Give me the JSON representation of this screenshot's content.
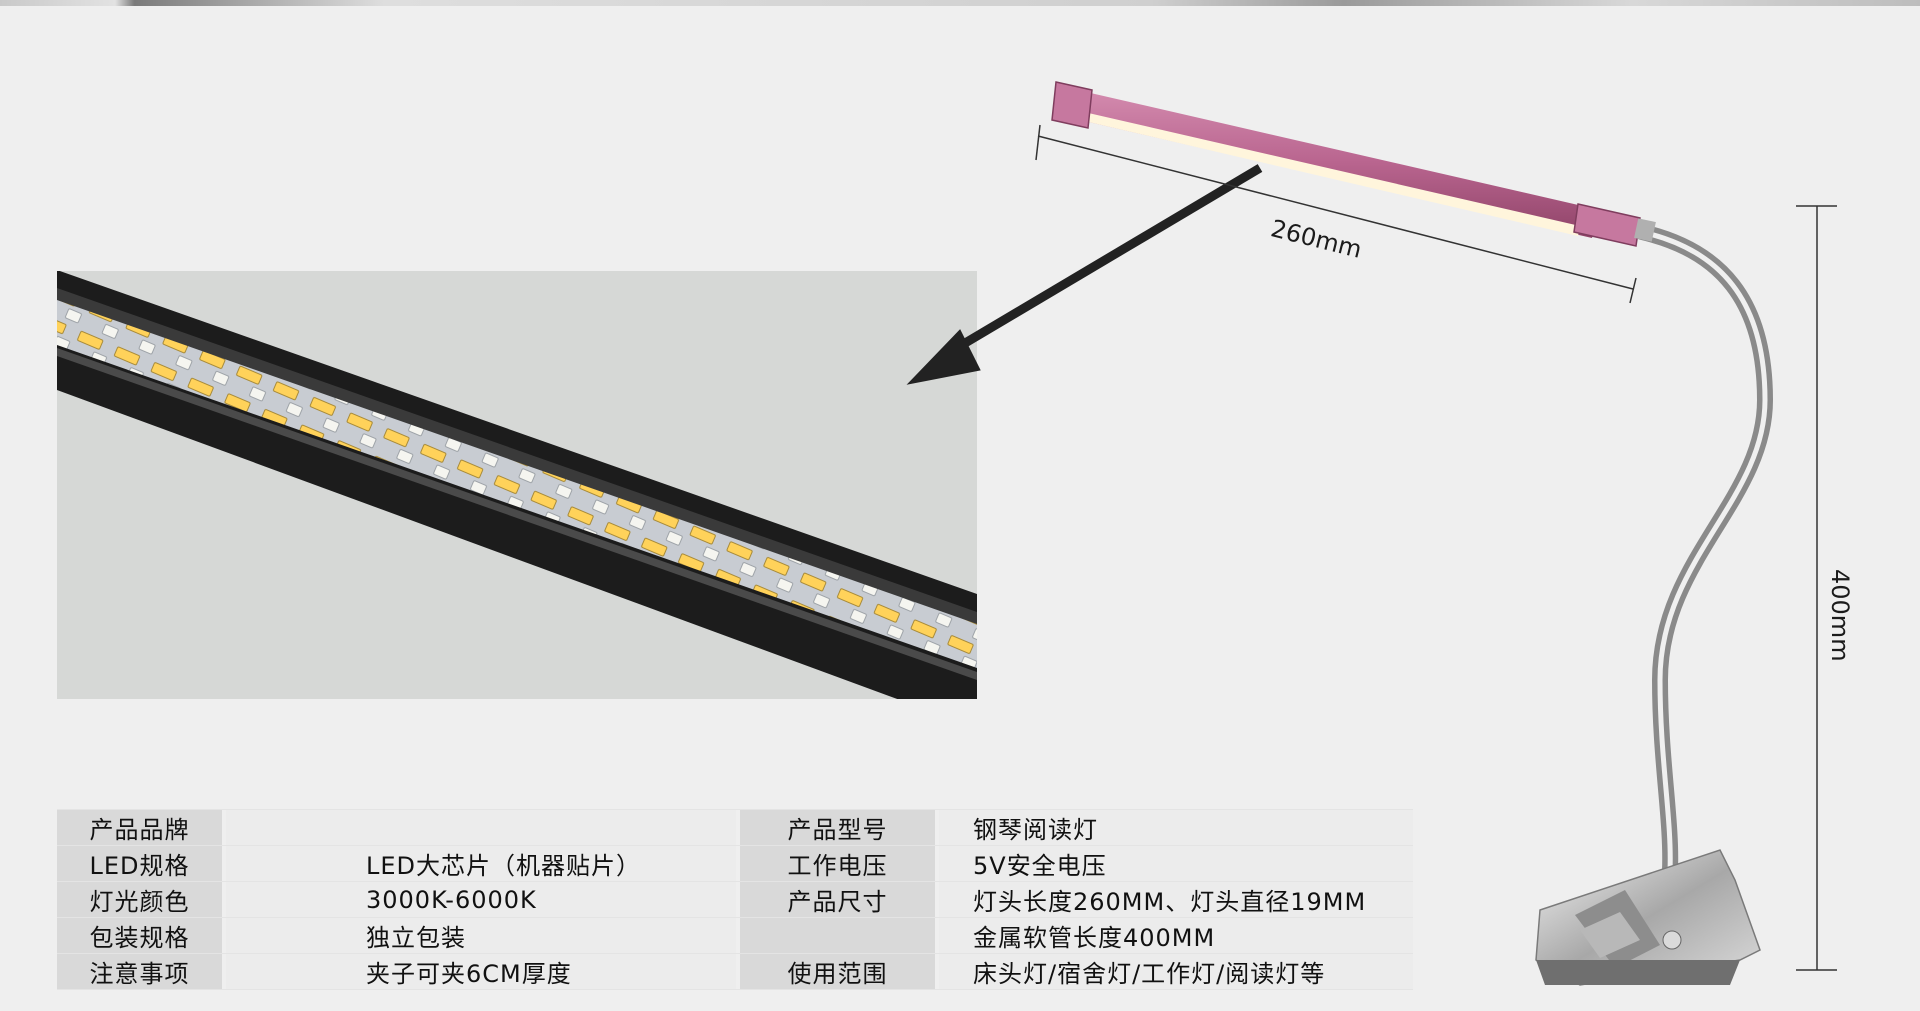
{
  "dimensions": {
    "length_label": "260mm",
    "height_label": "400mm"
  },
  "colors": {
    "lamp_head": "#b9658f",
    "light_strip": "#fff5dc",
    "led_chip_warm": "#ffd25a",
    "led_chip_cool": "#f5f5f0",
    "housing": "#1e1e1e"
  },
  "specs": [
    {
      "label": "产品品牌",
      "value": "",
      "label2": "产品型号",
      "value2": "钢琴阅读灯"
    },
    {
      "label": "LED规格",
      "value": "LED大芯片（机器贴片）",
      "label2": "工作电压",
      "value2": "5V安全电压"
    },
    {
      "label": "灯光颜色",
      "value": "3000K-6000K",
      "label2": "产品尺寸",
      "value2": "灯头长度260MM、灯头直径19MM"
    },
    {
      "label": "包装规格",
      "value": "独立包装",
      "label2": "",
      "value2": "金属软管长度400MM"
    },
    {
      "label": "注意事项",
      "value": "夹子可夹6CM厚度",
      "label2": "使用范围",
      "value2": "床头灯/宿舍灯/工作灯/阅读灯等"
    }
  ]
}
